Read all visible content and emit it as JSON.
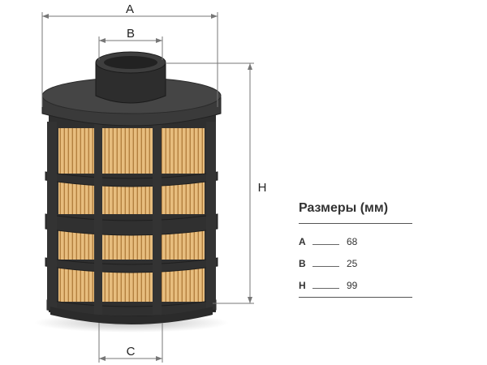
{
  "dimension_labels": {
    "a": "A",
    "b": "B",
    "c": "C",
    "h": "H"
  },
  "panel": {
    "title": "Размеры (мм)",
    "rows": [
      {
        "key": "A",
        "value": "68"
      },
      {
        "key": "B",
        "value": "25"
      },
      {
        "key": "H",
        "value": "99"
      }
    ]
  },
  "colors": {
    "frame": "#3b3b3b",
    "frame_dark": "#2a2a2a",
    "paper": "#e4b879",
    "paper_shadow": "#b8874a",
    "dimension_line": "#777777"
  }
}
